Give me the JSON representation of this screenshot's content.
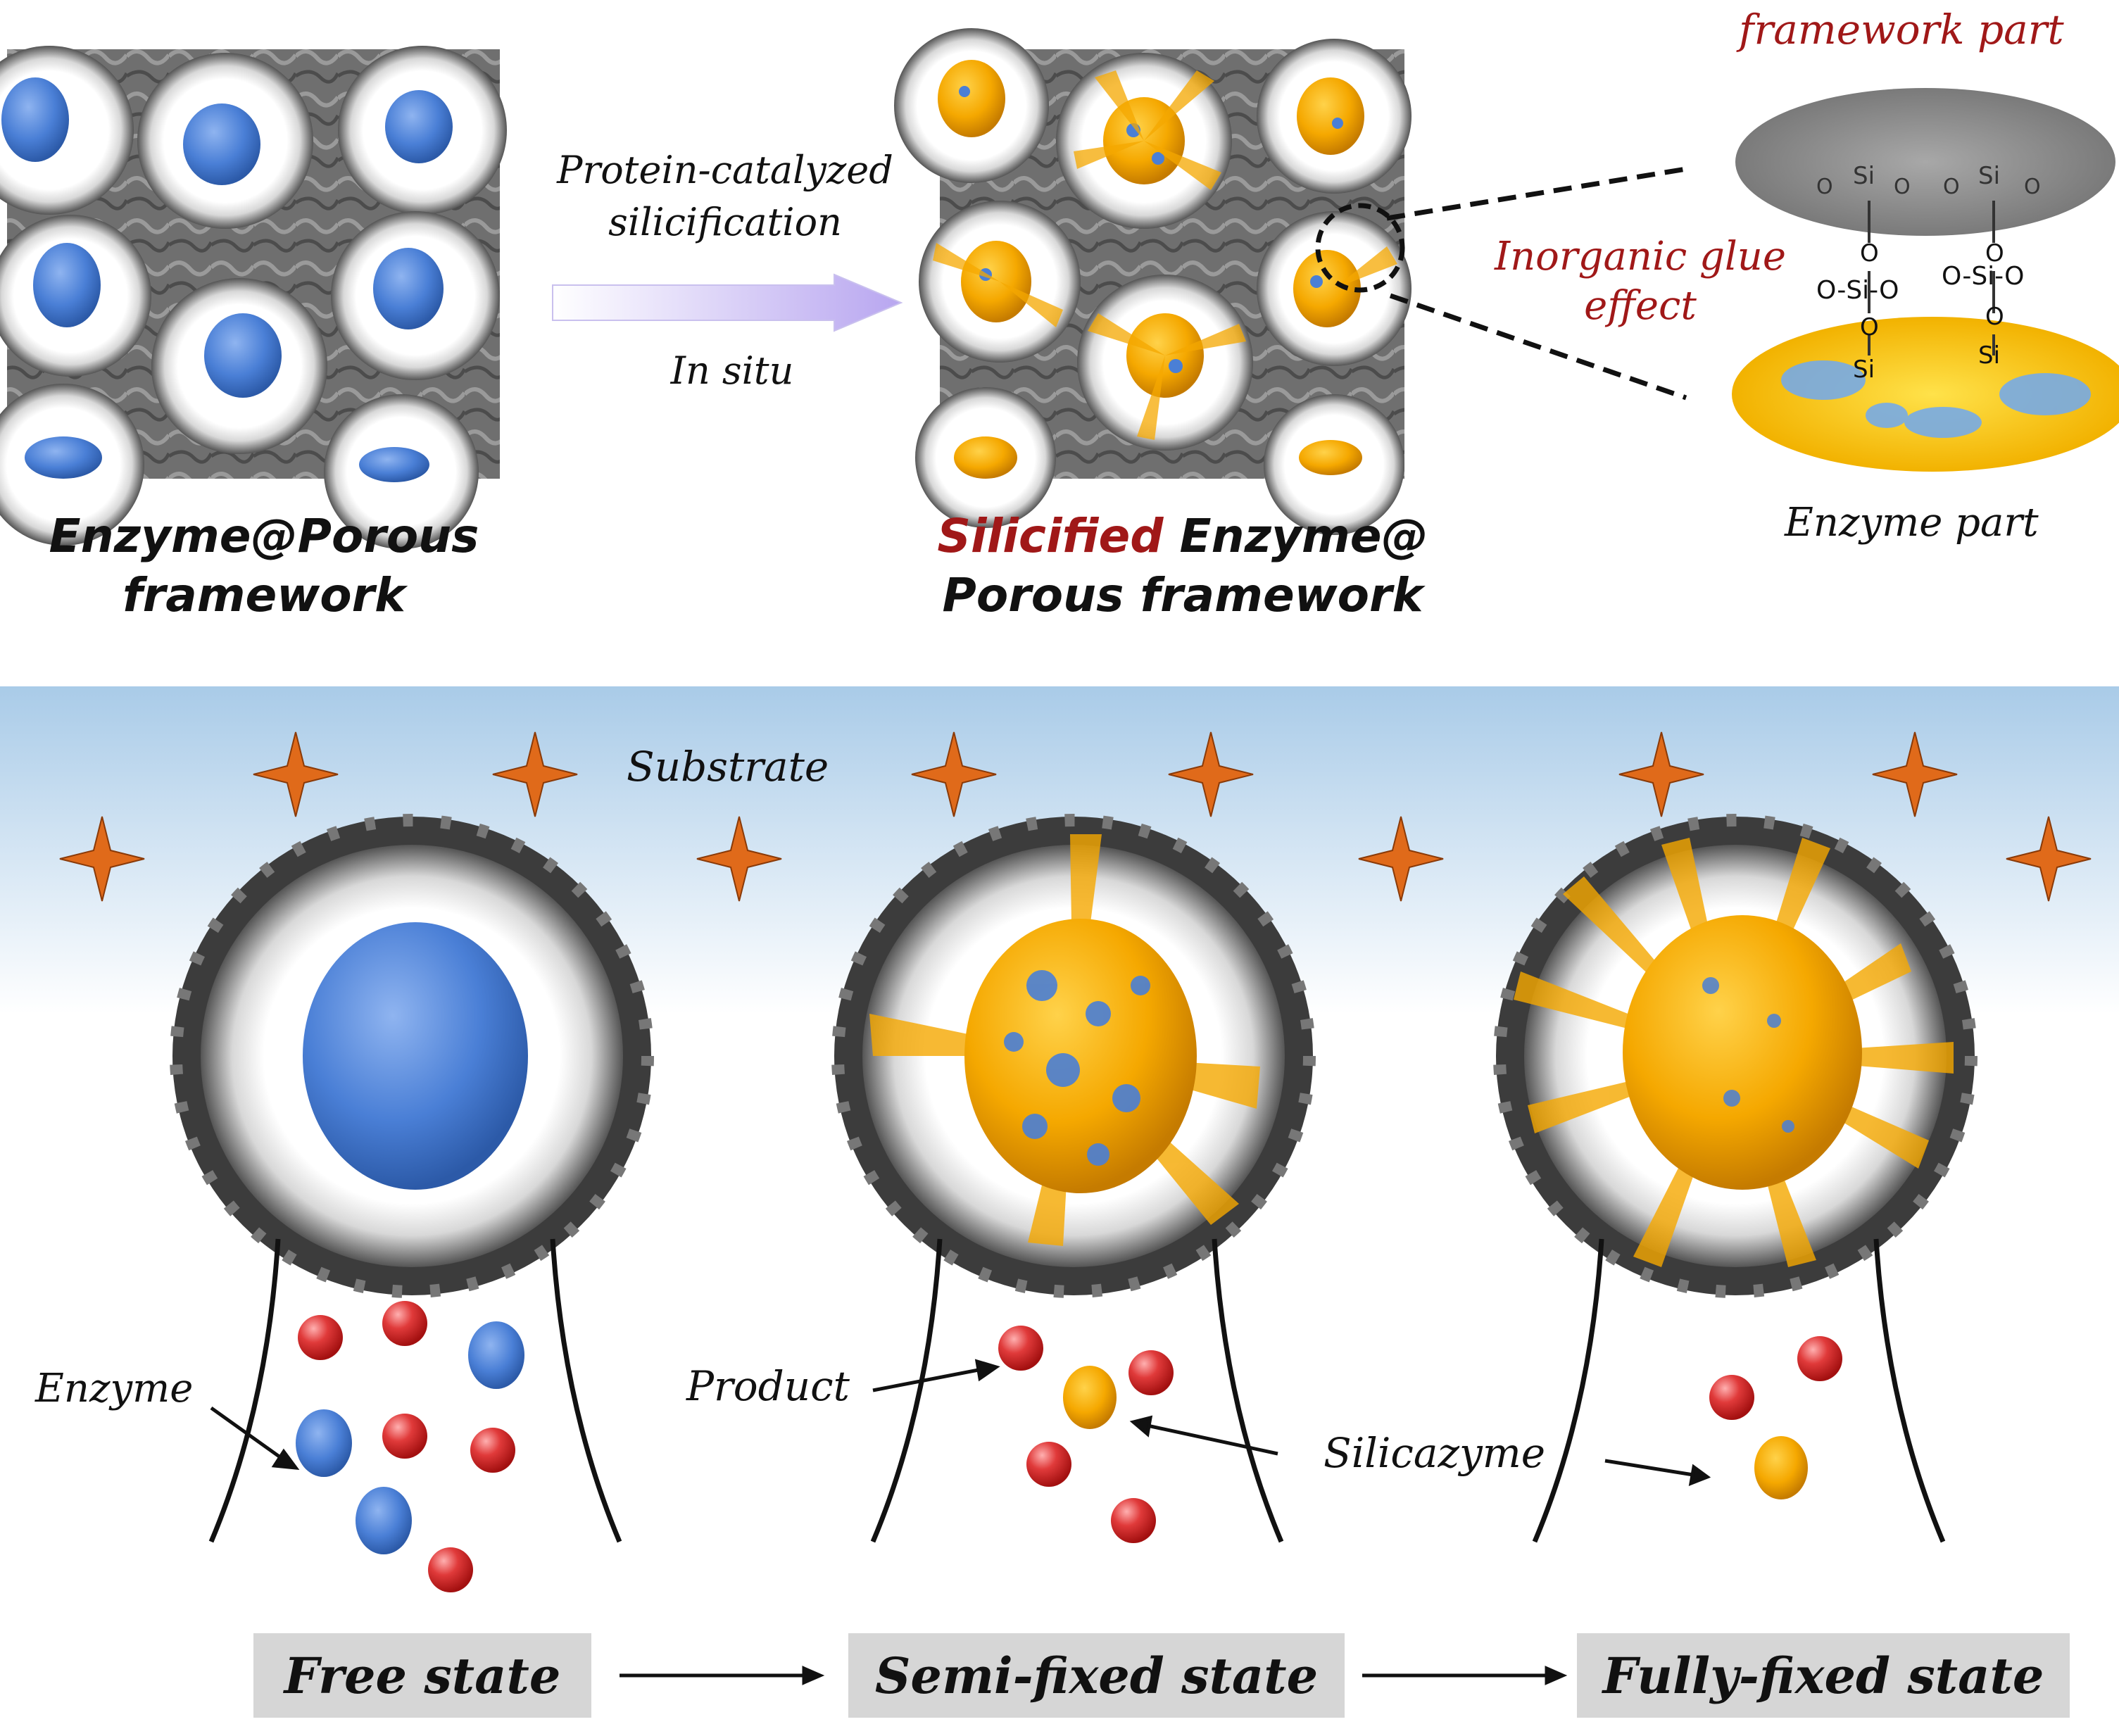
{
  "top": {
    "panel1_caption": [
      "Enzyme@Porous",
      "framework"
    ],
    "arrow_label_top": [
      "Protein-catalyzed",
      "silicification"
    ],
    "arrow_label_bottom": "In situ",
    "panel2_caption_red": "Silicified",
    "panel2_caption_rest": [
      "Enzyme@",
      "Porous framework"
    ],
    "framework_part": "framework part",
    "glue_effect": [
      "Inorganic glue",
      "effect"
    ],
    "enzyme_part": "Enzyme part",
    "chem": {
      "si": "Si",
      "o": "O",
      "o_si_o": "O-Si-O"
    }
  },
  "bottom": {
    "substrate": "Substrate",
    "enzyme": "Enzyme",
    "product": "Product",
    "silicazyme": "Silicazyme",
    "states": [
      "Free state",
      "Semi-fixed state",
      "Fully-fixed state"
    ]
  },
  "colors": {
    "enzyme_blue": "#4a7fd6",
    "silica_orange": "#f5a800",
    "accent_red": "#a01818",
    "framework_gray": "#8a8a8a",
    "product_red": "#e03a3a",
    "substrate_orange": "#e06a1a"
  }
}
